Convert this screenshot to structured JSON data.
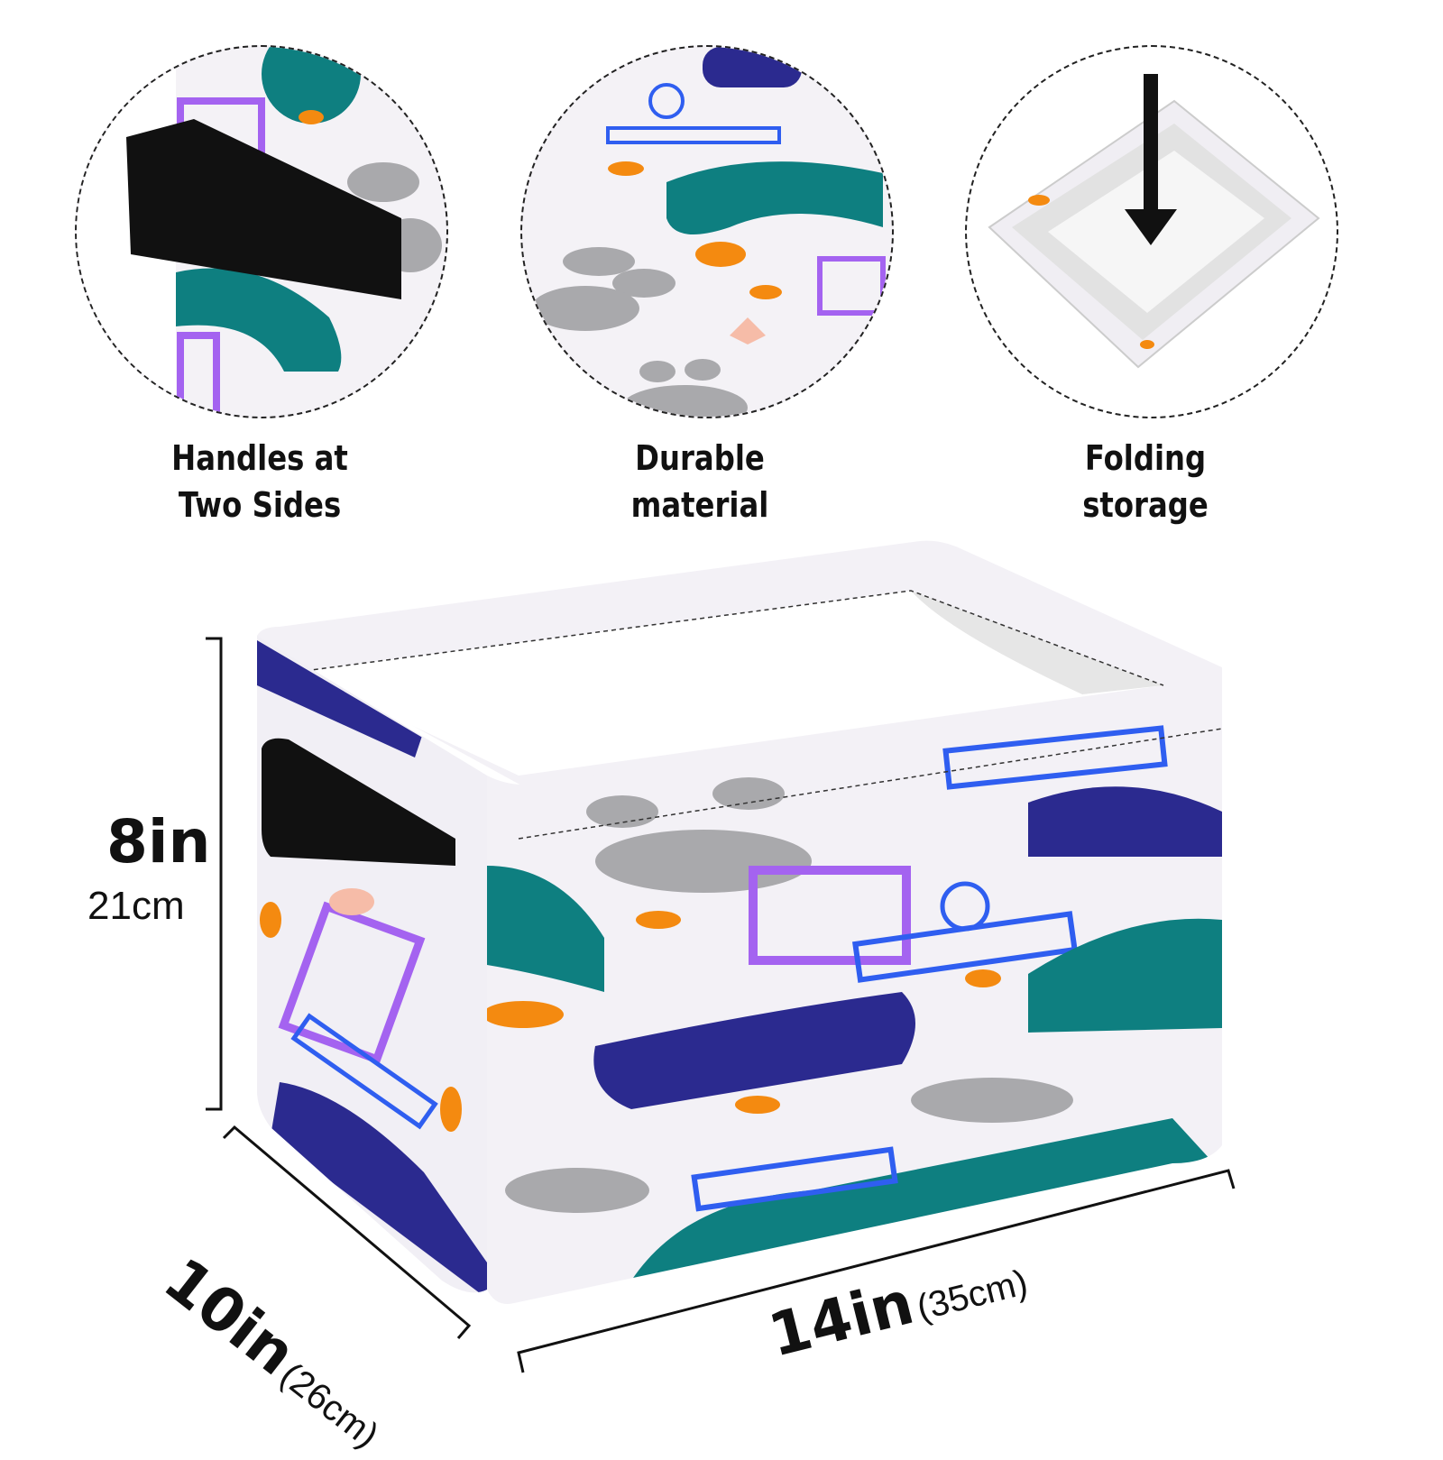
{
  "features": [
    {
      "label_line1": "Handles at",
      "label_line2": "Two Sides",
      "icon": "handle-closeup"
    },
    {
      "label_line1": "Durable",
      "label_line2": "material",
      "icon": "fabric-closeup"
    },
    {
      "label_line1": "Folding",
      "label_line2": "storage",
      "icon": "folded-basket"
    }
  ],
  "dimensions": {
    "height_in": "8in",
    "height_cm": "21cm",
    "depth_in": "10in",
    "depth_cm": "(26cm)",
    "width_in": "14in",
    "width_cm": "(35cm)"
  },
  "colors": {
    "teal": "#0e7f80",
    "navy": "#2b2a8f",
    "purple": "#a463f0",
    "blue": "#2f5ef0",
    "orange": "#f48a10",
    "gray": "#a9a9ac",
    "pink": "#f6bca8",
    "fabric": "#f3f1f6"
  }
}
